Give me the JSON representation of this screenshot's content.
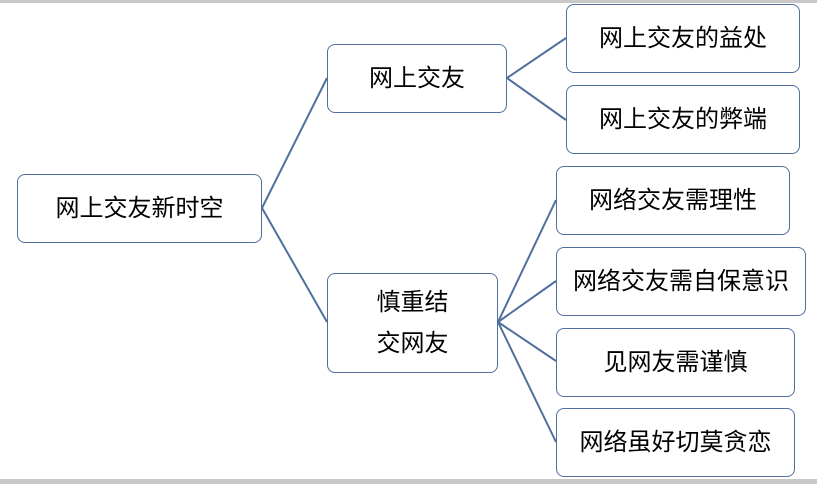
{
  "diagram": {
    "root": {
      "label": "网上交友新时空"
    },
    "branches": [
      {
        "label": "网上交友",
        "children": [
          {
            "label": "网上交友的益处"
          },
          {
            "label": "网上交友的弊端"
          }
        ]
      },
      {
        "label_lines": [
          "慎重结",
          "交网友"
        ],
        "children": [
          {
            "label": "网络交友需理性"
          },
          {
            "label": "网络交友需自保意识"
          },
          {
            "label": "见网友需谨慎"
          },
          {
            "label": "网络虽好切莫贪恋"
          }
        ]
      }
    ],
    "colors": {
      "border": "#4f6f9d",
      "connector": "#4f6f9d",
      "text": "#000000",
      "background": "#ffffff"
    }
  }
}
